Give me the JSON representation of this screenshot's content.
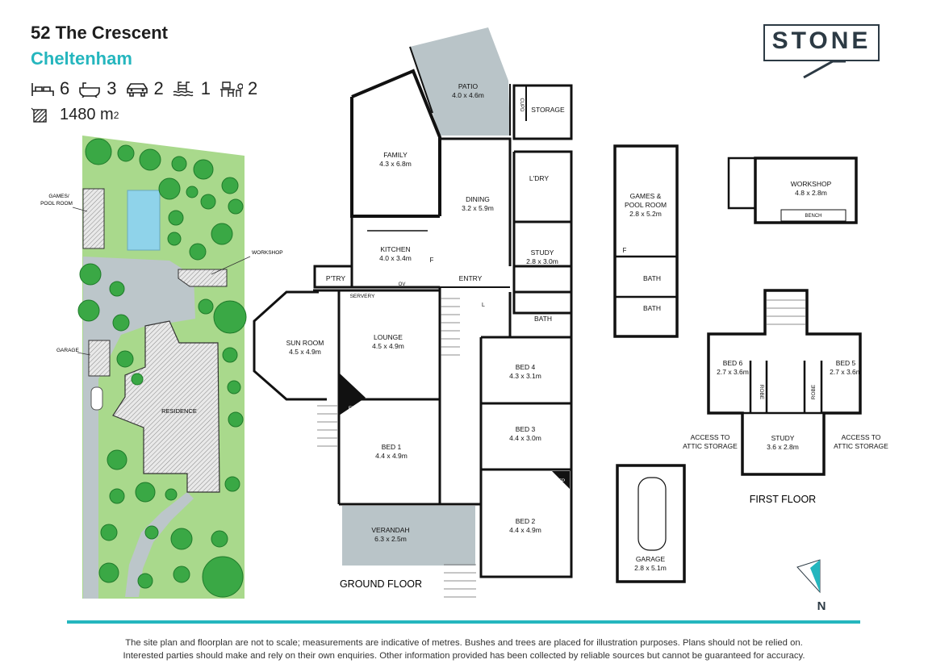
{
  "header": {
    "address_line1": "52 The Crescent",
    "address_line2": "Cheltenham"
  },
  "features": [
    {
      "icon": "bed-icon",
      "value": "6"
    },
    {
      "icon": "bath-icon",
      "value": "3"
    },
    {
      "icon": "car-icon",
      "value": "2"
    },
    {
      "icon": "pool-icon",
      "value": "1"
    },
    {
      "icon": "study-desk-icon",
      "value": "2"
    }
  ],
  "land_area": {
    "value": "1480 m",
    "superscript": "2"
  },
  "logo": {
    "text": "STONE"
  },
  "colors": {
    "accent": "#25b6be",
    "dark": "#2c3a44",
    "outdoor": "#b9c4c8",
    "lawn": "#9dd47e",
    "tree": "#3aa845"
  },
  "site_plan": {
    "labels": {
      "games": "GAMES/ POOL ROOM",
      "games_l1": "GAMES/",
      "games_l2": "POOL ROOM",
      "workshop": "WORKSHOP",
      "garage": "GARAGE",
      "residence": "RESIDENCE"
    }
  },
  "rooms": {
    "patio": {
      "name": "PATIO",
      "dims": "4.0 x 4.6m"
    },
    "storage": {
      "name": "STORAGE"
    },
    "cupd": {
      "name": "CUPD"
    },
    "family": {
      "name": "FAMILY",
      "dims": "4.3 x 6.8m"
    },
    "dining": {
      "name": "DINING",
      "dims": "3.2 x 5.9m"
    },
    "ldry": {
      "name": "L'DRY"
    },
    "kitchen": {
      "name": "KITCHEN",
      "dims": "4.0 x 3.4m"
    },
    "study": {
      "name": "STUDY",
      "dims": "2.8 x 3.0m"
    },
    "ptry": {
      "name": "P'TRY"
    },
    "entry": {
      "name": "ENTRY"
    },
    "servery": {
      "name": "SERVERY"
    },
    "bath": {
      "name": "BATH"
    },
    "sunroom": {
      "name": "SUN ROOM",
      "dims": "4.5 x 4.9m"
    },
    "lounge": {
      "name": "LOUNGE",
      "dims": "4.5 x 4.9m"
    },
    "bed4": {
      "name": "BED 4",
      "dims": "4.3 x 3.1m"
    },
    "bed3": {
      "name": "BED 3",
      "dims": "4.4 x 3.0m"
    },
    "bed1": {
      "name": "BED 1",
      "dims": "4.4 x 4.9m"
    },
    "bed2": {
      "name": "BED 2",
      "dims": "4.4 x 4.9m"
    },
    "verandah": {
      "name": "VERANDAH",
      "dims": "6.3 x 2.5m"
    },
    "games": {
      "name": "GAMES &",
      "name2": "POOL ROOM",
      "dims": "2.8 x 5.2m"
    },
    "bath_a": {
      "name": "BATH"
    },
    "bath_b": {
      "name": "BATH"
    },
    "workshop": {
      "name": "WORKSHOP",
      "dims": "4.8 x 2.8m",
      "bench": "BENCH"
    },
    "garage": {
      "name": "GARAGE",
      "dims": "2.8 x 5.1m"
    },
    "bed6": {
      "name": "BED 6",
      "dims": "2.7 x 3.6m"
    },
    "bed5": {
      "name": "BED 5",
      "dims": "2.7 x 3.6m"
    },
    "robe": {
      "name": "ROBE"
    },
    "study2": {
      "name": "STUDY",
      "dims": "3.6 x 2.8m"
    },
    "attic_l": {
      "line1": "ACCESS TO",
      "line2": "ATTIC STORAGE"
    },
    "attic_r": {
      "line1": "ACCESS TO",
      "line2": "ATTIC STORAGE"
    }
  },
  "markers": {
    "fp": "FP",
    "f": "F",
    "ov": "OV",
    "l": "L"
  },
  "floor_labels": {
    "ground": "GROUND FLOOR",
    "first": "FIRST FLOOR"
  },
  "compass": {
    "label": "N"
  },
  "disclaimer": {
    "line1": "The site plan and floorplan are not to scale; measurements are indicative of metres. Bushes and trees are placed for illustration purposes. Plans should not be relied on.",
    "line2": "Interested parties should make and rely on their own enquiries. Other information provided has been collected by reliable sources but cannot be guaranteed for accuracy."
  }
}
